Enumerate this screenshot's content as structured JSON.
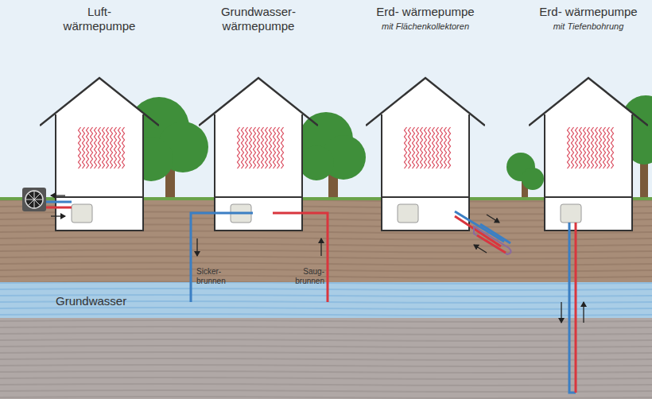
{
  "diagram": {
    "nodes": [
      {
        "text": [
          "Luft- wärmepumpe"
        ]
      },
      {
        "text": [
          "Grundwasser- wärmepumpe"
        ]
      },
      {
        "text": [
          "Erd- wärmepumpe",
          "mit Flächenkollektoren"
        ]
      },
      {
        "text": [
          "Erd- wärmepumpe",
          "mit Tiefenbohrung"
        ]
      }
    ],
    "labels": [
      "Sicker- brunnen",
      "Saug- brunnen",
      "Grundwasser"
    ]
  }
}
